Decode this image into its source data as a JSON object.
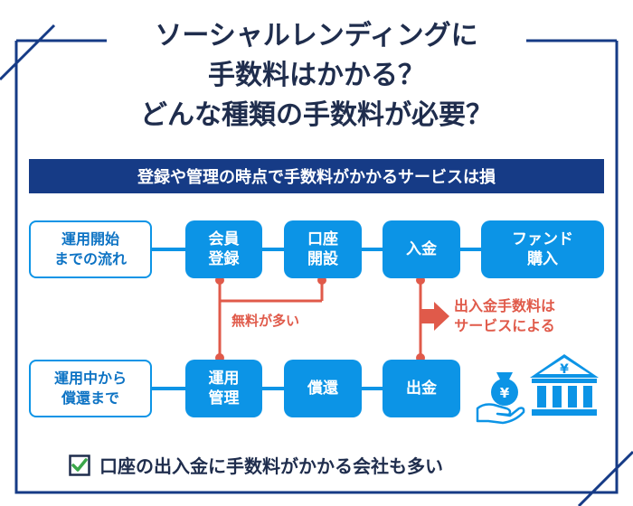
{
  "title": {
    "line1": "ソーシャルレンディングに",
    "line2": "手数料はかかる？",
    "line3": "どんな種類の手数料が必要？"
  },
  "banner": "登録や管理の時点で手数料がかかるサービスは損",
  "row1": {
    "stage_label": "運用開始\nまでの流れ",
    "steps": [
      "会員\n登録",
      "口座\n開設",
      "入金",
      "ファンド\n購入"
    ]
  },
  "row2": {
    "stage_label": "運用中から\n償還まで",
    "steps": [
      "運用\n管理",
      "償還",
      "出金"
    ]
  },
  "notes": {
    "fees_many": "無料が多い",
    "deposit_fee": "出入金手数料は\nサービスによる"
  },
  "icons": [
    "money-bag-hand-icon",
    "bank-yen-icon"
  ],
  "footer": "口座の出入金に手数料がかかる会社も多い",
  "colors": {
    "navy": "#163b86",
    "blue": "#0c94e6",
    "red": "#e05a4a",
    "text": "#1f2d4d"
  }
}
